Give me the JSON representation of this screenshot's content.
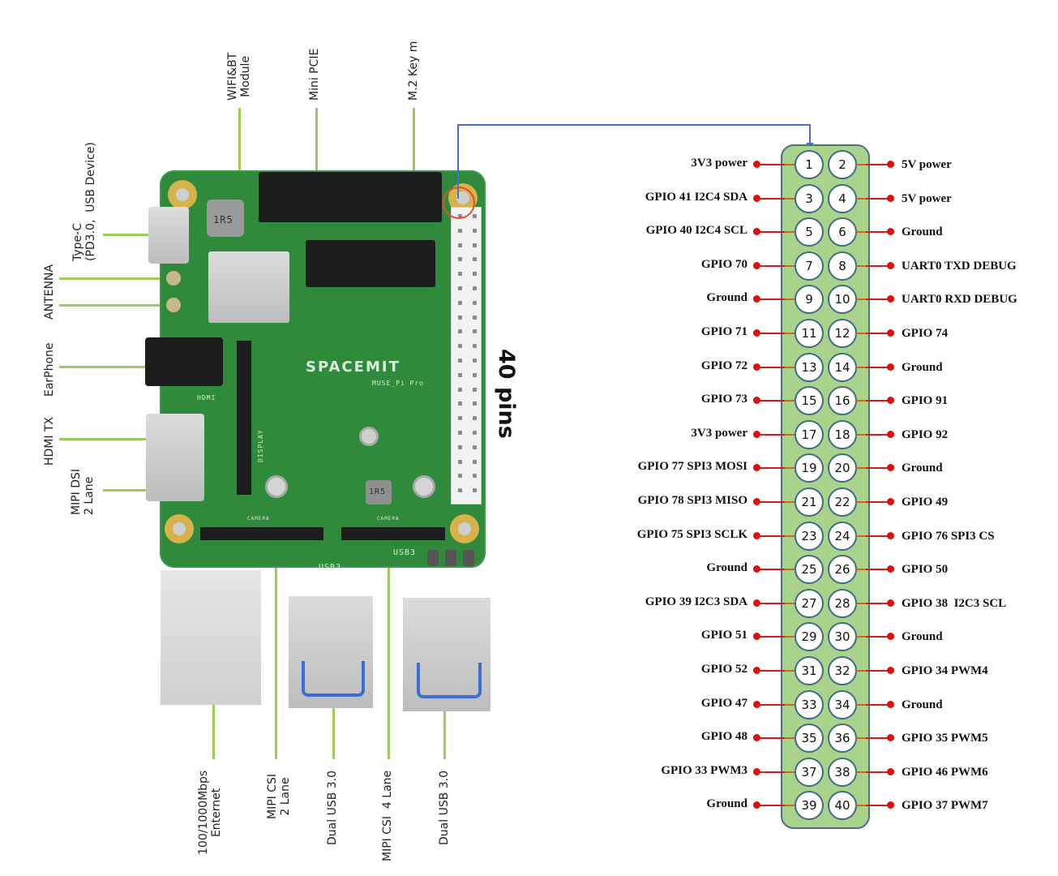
{
  "colors": {
    "callout_line": "#9ccc5a",
    "pin_block_fill": "#a9d38b",
    "pin_block_border": "#4a6f86",
    "pin_wire": "#d11d1d",
    "pin_dot": "#e00d0d",
    "connector_line": "#4472c4",
    "board_green": "#2f8a3c"
  },
  "board": {
    "brand": "SPACEMIT",
    "model": "MUSE_Pi Pro",
    "silkscreen": {
      "hdmi": "HDMI",
      "display": "DISPLAY",
      "usb3_a": "USB3",
      "usb3_b": "USB3",
      "camera_a": "CAMERA",
      "camera_b": "CAMERA",
      "inductor_a": "1R5",
      "inductor_b": "1R5"
    },
    "header_label": "40 pins"
  },
  "callouts": {
    "top": [
      {
        "id": "wifi-bt",
        "text": "WIFI&BT\nModule"
      },
      {
        "id": "mini-pcie",
        "text": "Mini PCIE"
      },
      {
        "id": "m2-key-m",
        "text": "M.2 Key m"
      }
    ],
    "left": [
      {
        "id": "type-c",
        "text": "Type-C\n(PD3.0,  USB Device)"
      },
      {
        "id": "antenna",
        "text": "ANTENNA"
      },
      {
        "id": "earphone",
        "text": "EarPhone"
      },
      {
        "id": "hdmi-tx",
        "text": "HDMI TX"
      },
      {
        "id": "mipi-dsi",
        "text": "MIPI DSI\n2 Lane"
      }
    ],
    "bottom": [
      {
        "id": "ethernet",
        "text": "100/1000Mbps\nEnternet"
      },
      {
        "id": "mipi-csi-2",
        "text": "MIPI CSI\n2 Lane"
      },
      {
        "id": "usb3-a",
        "text": "Dual USB 3.0"
      },
      {
        "id": "mipi-csi-4",
        "text": "MIPI CSI  4 Lane"
      },
      {
        "id": "usb3-b",
        "text": "Dual USB 3.0"
      }
    ]
  },
  "pinout": {
    "rows": [
      {
        "left_pin": "1",
        "left_label": "3V3 power",
        "right_pin": "2",
        "right_label": "5V power"
      },
      {
        "left_pin": "3",
        "left_label": "GPIO 41 I2C4 SDA",
        "right_pin": "4",
        "right_label": "5V power"
      },
      {
        "left_pin": "5",
        "left_label": "GPIO 40 I2C4 SCL",
        "right_pin": "6",
        "right_label": "Ground"
      },
      {
        "left_pin": "7",
        "left_label": "GPIO 70",
        "right_pin": "8",
        "right_label": "UART0 TXD DEBUG"
      },
      {
        "left_pin": "9",
        "left_label": "Ground",
        "right_pin": "10",
        "right_label": "UART0 RXD DEBUG"
      },
      {
        "left_pin": "11",
        "left_label": "GPIO 71",
        "right_pin": "12",
        "right_label": "GPIO 74"
      },
      {
        "left_pin": "13",
        "left_label": "GPIO 72",
        "right_pin": "14",
        "right_label": "Ground"
      },
      {
        "left_pin": "15",
        "left_label": "GPIO 73",
        "right_pin": "16",
        "right_label": "GPIO 91"
      },
      {
        "left_pin": "17",
        "left_label": "3V3 power",
        "right_pin": "18",
        "right_label": "GPIO 92"
      },
      {
        "left_pin": "19",
        "left_label": "GPIO 77 SPI3 MOSI",
        "right_pin": "20",
        "right_label": "Ground"
      },
      {
        "left_pin": "21",
        "left_label": "GPIO 78 SPI3 MISO",
        "right_pin": "22",
        "right_label": "GPIO 49"
      },
      {
        "left_pin": "23",
        "left_label": "GPIO 75 SPI3 SCLK",
        "right_pin": "24",
        "right_label": "GPIO 76 SPI3 CS"
      },
      {
        "left_pin": "25",
        "left_label": "Ground",
        "right_pin": "26",
        "right_label": "GPIO 50"
      },
      {
        "left_pin": "27",
        "left_label": "GPIO 39 I2C3 SDA",
        "right_pin": "28",
        "right_label": "GPIO 38  I2C3 SCL"
      },
      {
        "left_pin": "29",
        "left_label": "GPIO 51",
        "right_pin": "30",
        "right_label": "Ground"
      },
      {
        "left_pin": "31",
        "left_label": "GPIO 52",
        "right_pin": "32",
        "right_label": "GPIO 34 PWM4"
      },
      {
        "left_pin": "33",
        "left_label": "GPIO 47",
        "right_pin": "34",
        "right_label": "Ground"
      },
      {
        "left_pin": "35",
        "left_label": "GPIO 48",
        "right_pin": "36",
        "right_label": "GPIO 35 PWM5"
      },
      {
        "left_pin": "37",
        "left_label": "GPIO 33 PWM3",
        "right_pin": "38",
        "right_label": "GPIO 46 PWM6"
      },
      {
        "left_pin": "39",
        "left_label": "Ground",
        "right_pin": "40",
        "right_label": "GPIO 37 PWM7"
      }
    ]
  }
}
